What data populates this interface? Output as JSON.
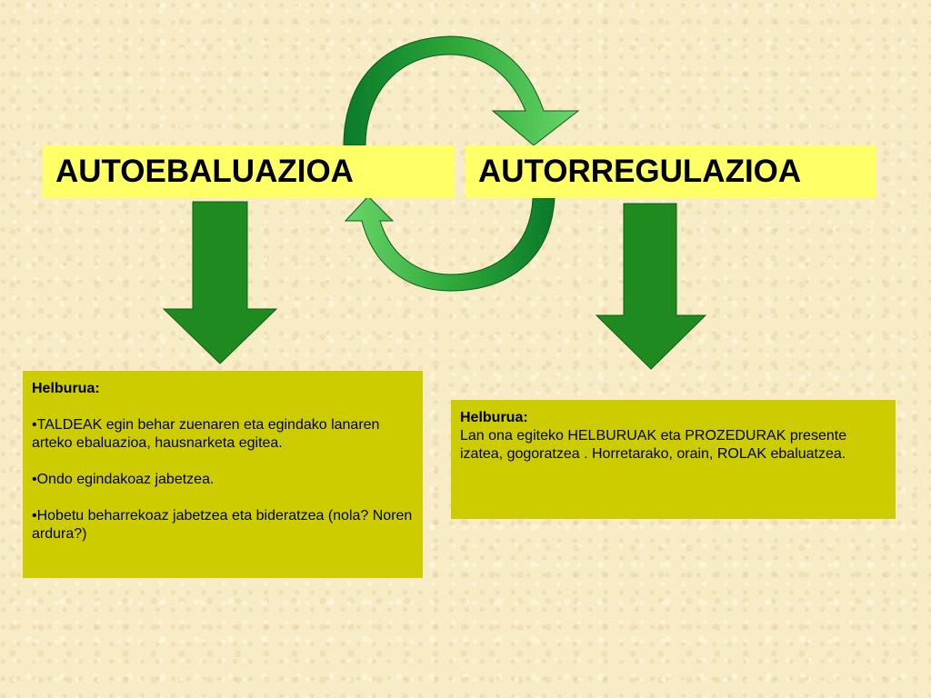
{
  "titles": {
    "left": "AUTOEBALUAZIOA",
    "right": "AUTORREGULAZIOA"
  },
  "left_box": {
    "heading": "Helburua:",
    "bullets": [
      "•TALDEAK egin behar zuenaren eta egindako lanaren arteko ebaluazioa, hausnarketa egitea.",
      "•Ondo egindakoaz jabetzea.",
      "•Hobetu beharrekoaz jabetzea eta bideratzea (nola? Noren ardura?)"
    ]
  },
  "right_box": {
    "heading": "Helburua:",
    "text": "Lan ona egiteko HELBURUAK eta PROZEDURAK presente izatea, gogoratzea . Horretarako, orain, ROLAK ebaluatzea."
  },
  "colors": {
    "background": "#f7ecc6",
    "title_fill": "#ffff66",
    "box_fill": "#cccc00",
    "arrow_green": "#1f8a1f",
    "cycle_light_green": "#5cd15c",
    "cycle_dark_green": "#0e7a2a"
  },
  "icons": [
    "down-arrow-icon",
    "cycle-arrows-icon"
  ]
}
